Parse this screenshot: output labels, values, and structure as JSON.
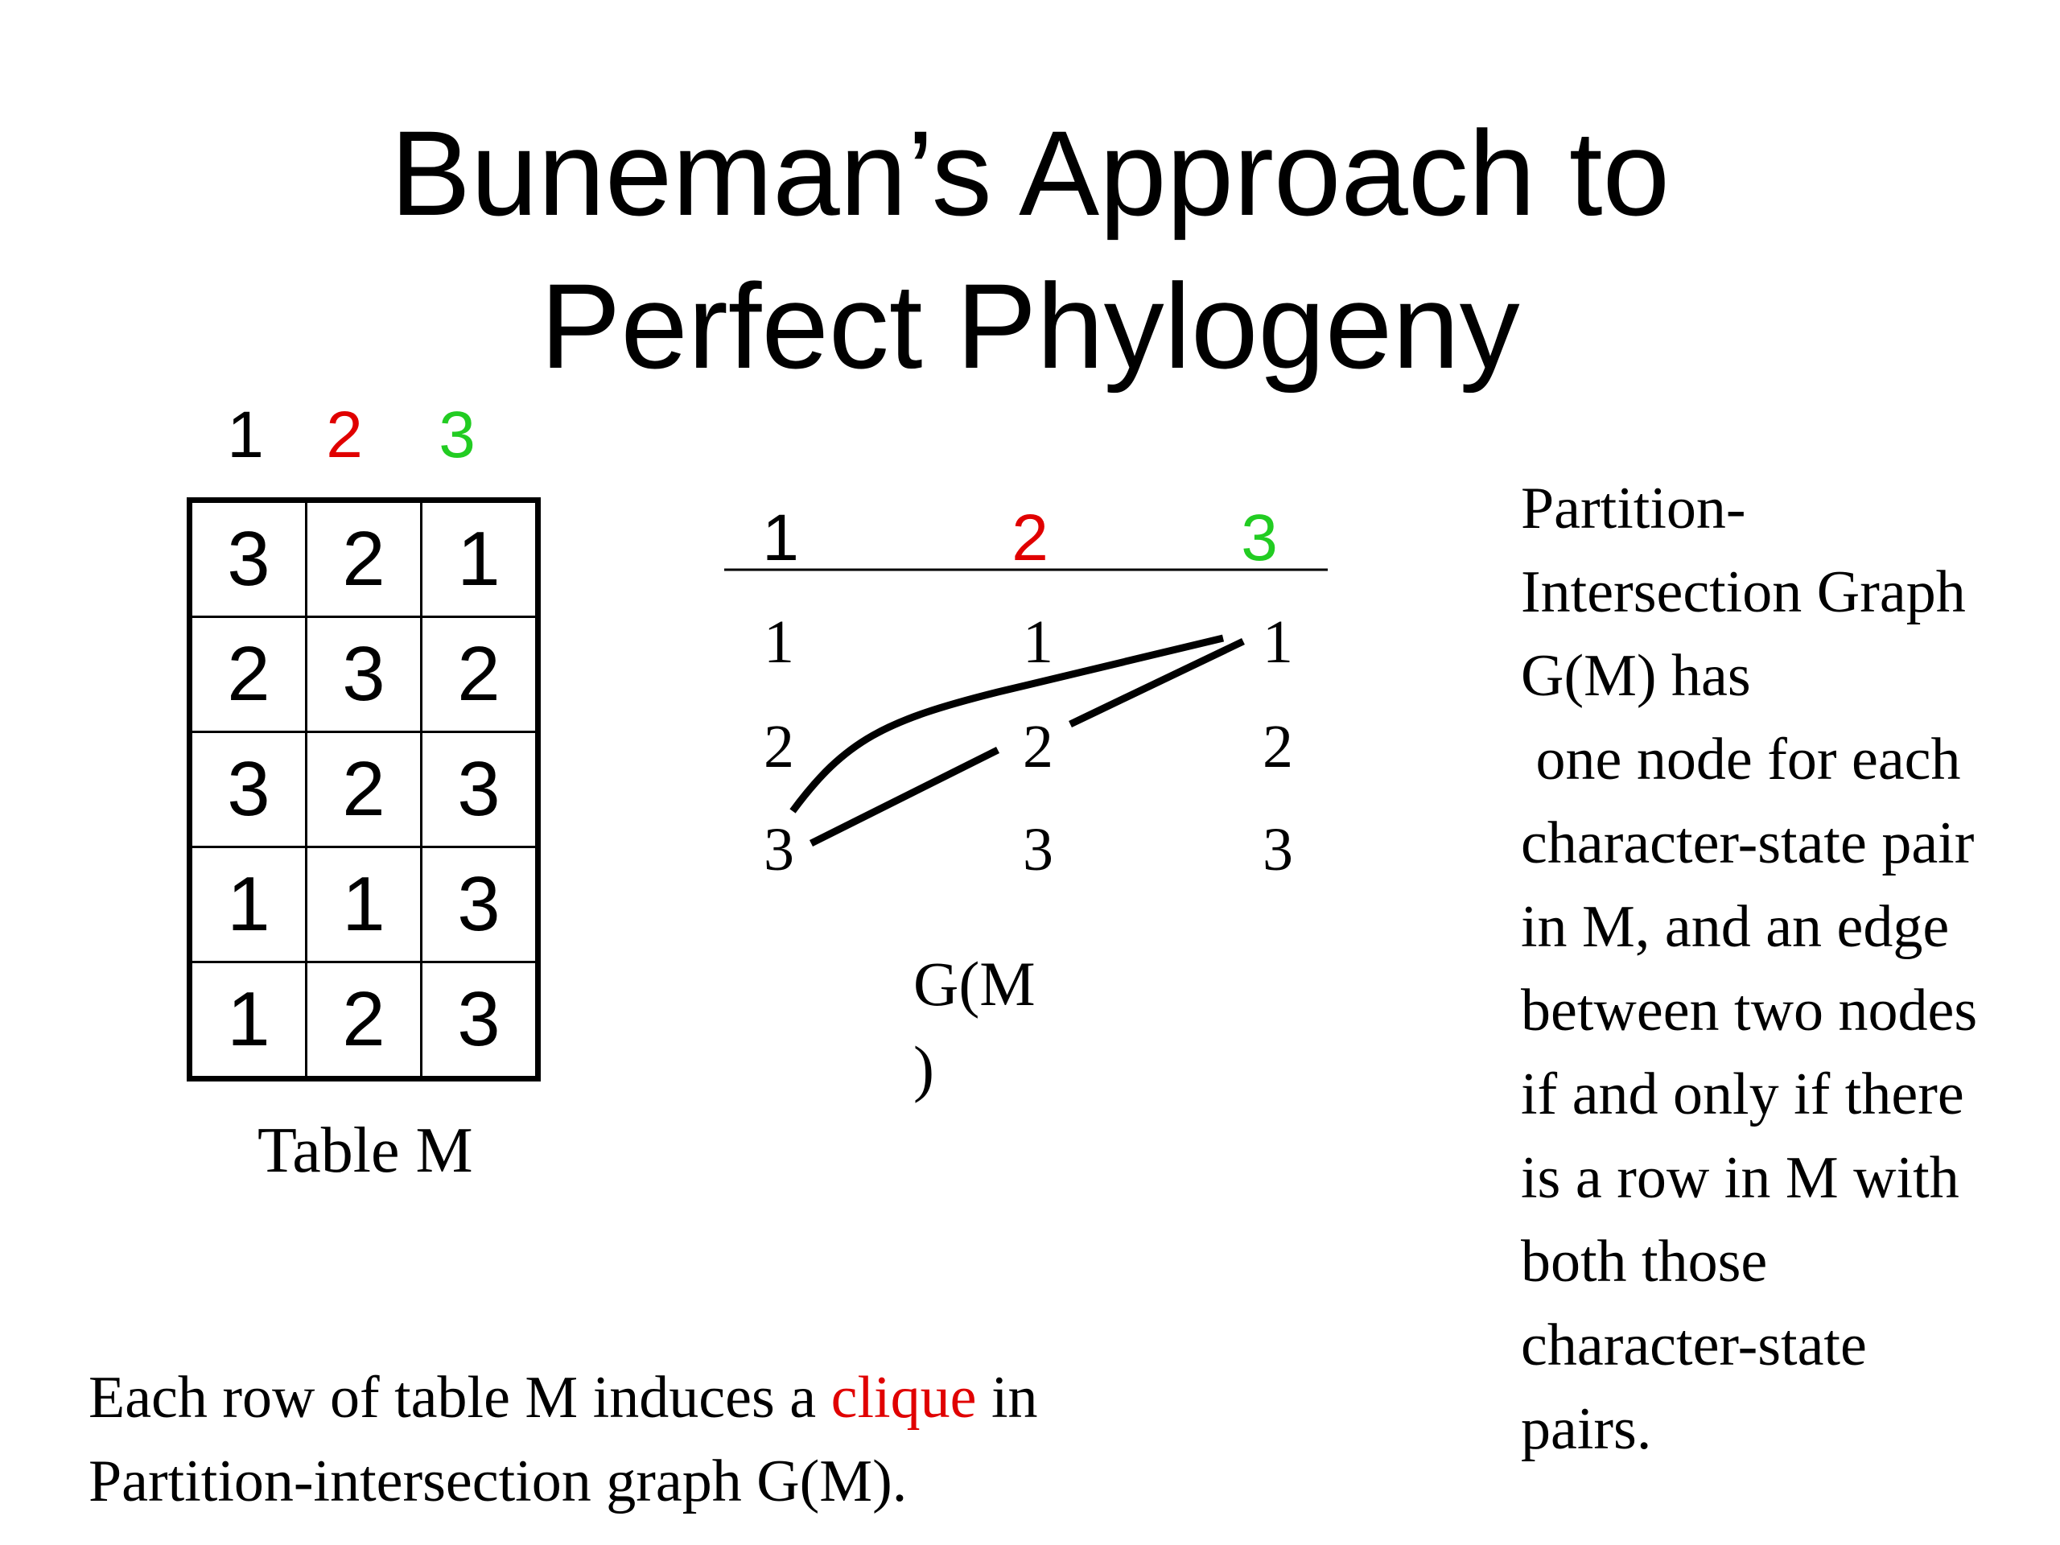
{
  "title": {
    "line1": "Buneman’s Approach to",
    "line2": "Perfect Phylogeny"
  },
  "colors": {
    "char1": "#000000",
    "char2": "#e00000",
    "char3": "#22cc22"
  },
  "table_m": {
    "headers": [
      "1",
      "2",
      "3"
    ],
    "rows": [
      [
        "3",
        "2",
        "1"
      ],
      [
        "2",
        "3",
        "2"
      ],
      [
        "3",
        "2",
        "3"
      ],
      [
        "1",
        "1",
        "3"
      ],
      [
        "1",
        "2",
        "3"
      ]
    ],
    "caption": "Table M"
  },
  "graph": {
    "headers": [
      "1",
      "2",
      "3"
    ],
    "columns": [
      [
        "1",
        "2",
        "3"
      ],
      [
        "1",
        "2",
        "3"
      ],
      [
        "1",
        "2",
        "3"
      ]
    ],
    "caption_line1": "G(M",
    "caption_line2": ")"
  },
  "description": {
    "lines": [
      "Partition-",
      "Intersection Graph",
      "G(M) has",
      " one node for each",
      "character-state pair",
      "in M, and an edge",
      "between two nodes",
      "if and only if there",
      "is a row in M with",
      "both those",
      "character-state",
      "pairs."
    ]
  },
  "bottom_text": {
    "before": "Each row of table M induces a ",
    "highlight": "clique",
    "after": " in",
    "line2": "Partition-intersection graph G(M)."
  }
}
